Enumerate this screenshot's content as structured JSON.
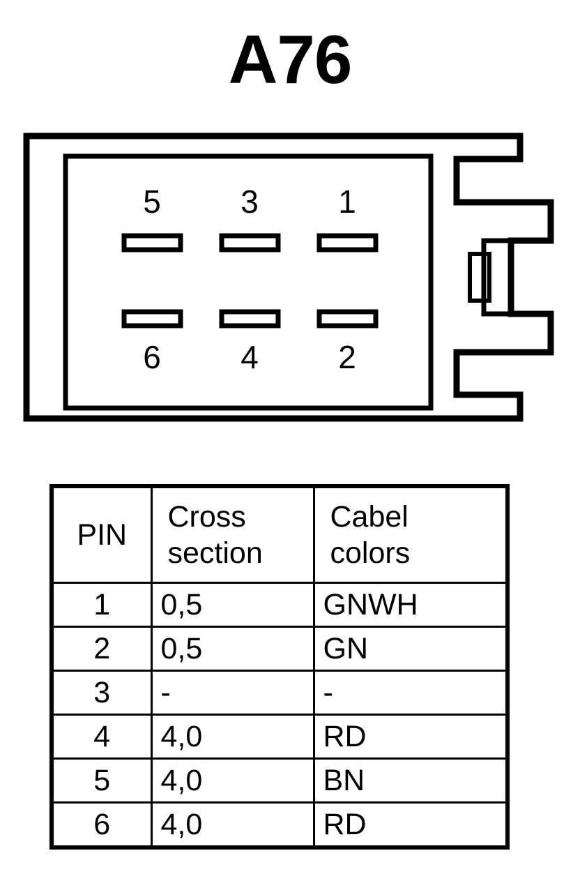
{
  "title": "A76",
  "connector": {
    "name": "connector-pinout-diagram",
    "top_row_pins": [
      "5",
      "3",
      "1"
    ],
    "bottom_row_pins": [
      "6",
      "4",
      "2"
    ],
    "slot_count": 6,
    "line_color": "#000000",
    "fill_color": "#ffffff"
  },
  "table": {
    "headers": {
      "pin": [
        "PIN"
      ],
      "cross_section": [
        "Cross",
        "section"
      ],
      "cable_colors": [
        "Cabel",
        "colors"
      ]
    },
    "rows": [
      {
        "pin": "1",
        "cross_section": "0,5",
        "cable_colors": "GNWH"
      },
      {
        "pin": "2",
        "cross_section": "0,5",
        "cable_colors": "GN"
      },
      {
        "pin": "3",
        "cross_section": "-",
        "cable_colors": "-"
      },
      {
        "pin": "4",
        "cross_section": "4,0",
        "cable_colors": "RD"
      },
      {
        "pin": "5",
        "cross_section": "4,0",
        "cable_colors": "BN"
      },
      {
        "pin": "6",
        "cross_section": "4,0",
        "cable_colors": "RD"
      }
    ]
  }
}
